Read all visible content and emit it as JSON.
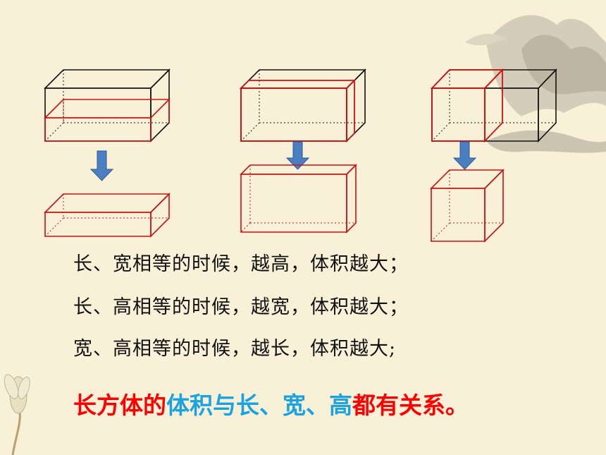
{
  "statements": [
    "长、宽相等的时候，越高，体积越大；",
    "长、高相等的时候，越宽，体积越大；",
    "宽、高相等的时候，越长，体积越大;"
  ],
  "conclusion": {
    "part1": "长方体的",
    "part2": "体积与长、宽、高",
    "part3": "都有关系。"
  },
  "colors": {
    "background": "#f8f1d8",
    "box_black": "#111111",
    "box_red": "#d01010",
    "arrow_fill": "#4a7fc1",
    "arrow_stroke": "#2e5a94",
    "conclusion_red": "#ff0000",
    "conclusion_blue": "#1aa3e0"
  }
}
